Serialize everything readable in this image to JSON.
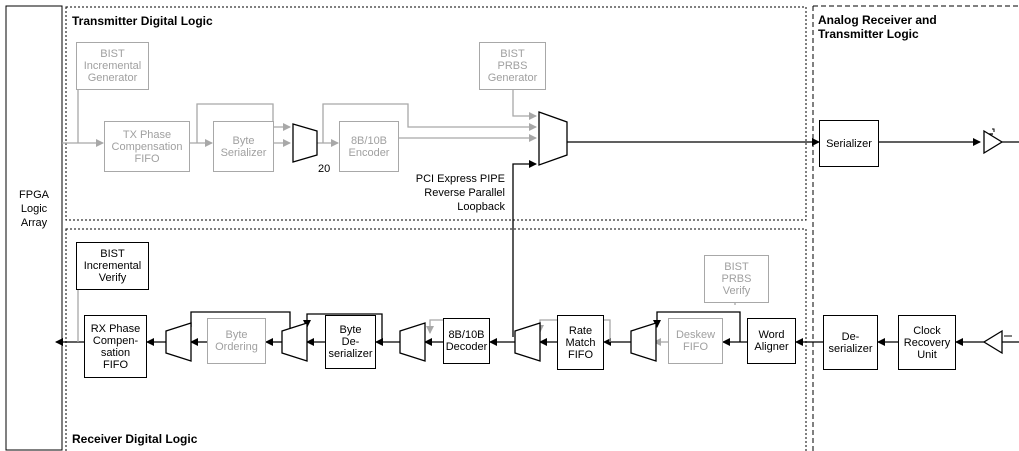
{
  "regions": {
    "fpga": "FPGA\nLogic\nArray",
    "tx_digital": "Transmitter Digital Logic",
    "rx_digital": "Receiver Digital Logic",
    "analog": "Analog Receiver and\nTransmitter Logic"
  },
  "tx": {
    "bist_inc_gen": "BIST\nIncremental\nGenerator",
    "phase_fifo": "TX Phase\nCompensation\nFIFO",
    "byte_serializer": "Byte\nSerializer",
    "bus_width": "20",
    "encoder": "8B/10B\nEncoder",
    "bist_prbs_gen": "BIST\nPRBS\nGenerator",
    "loopback": "PCI Express PIPE\nReverse Parallel\nLoopback"
  },
  "analog": {
    "serializer": "Serializer",
    "deserializer": "De-\nserializer",
    "cru": "Clock\nRecovery\nUnit"
  },
  "rx": {
    "bist_inc_verify": "BIST\nIncremental\nVerify",
    "phase_fifo": "RX Phase\nCompen-\nsation\nFIFO",
    "byte_ordering": "Byte\nOrdering",
    "byte_deserializer": "Byte\nDe-\nserializer",
    "decoder": "8B/10B\nDecoder",
    "rate_match": "Rate\nMatch\nFIFO",
    "deskew": "Deskew\nFIFO",
    "bist_prbs_verify": "BIST\nPRBS\nVerify",
    "word_aligner": "Word\nAligner"
  }
}
